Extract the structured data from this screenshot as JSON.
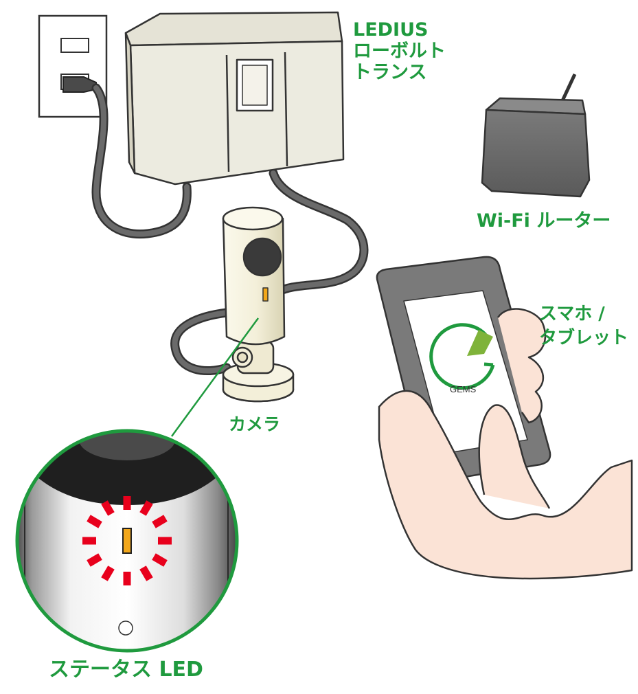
{
  "labels": {
    "transformer": "LEDIUS\nローボルト\nトランス",
    "router": "Wi-Fi ルーター",
    "smartphone": "スマホ /\nタブレット",
    "camera": "カメラ",
    "status_led": "ステータス LED"
  },
  "app_logo": {
    "text": "GEMS",
    "icon": "gems-logo-icon"
  },
  "colors": {
    "label_green": "#1f9a3e",
    "led_blink_red": "#e8001c",
    "led_amber": "#f2a71b",
    "cable_gray": "#666666",
    "transformer_beige": "#ecebe0",
    "router_gray": "#6b6b6b"
  }
}
